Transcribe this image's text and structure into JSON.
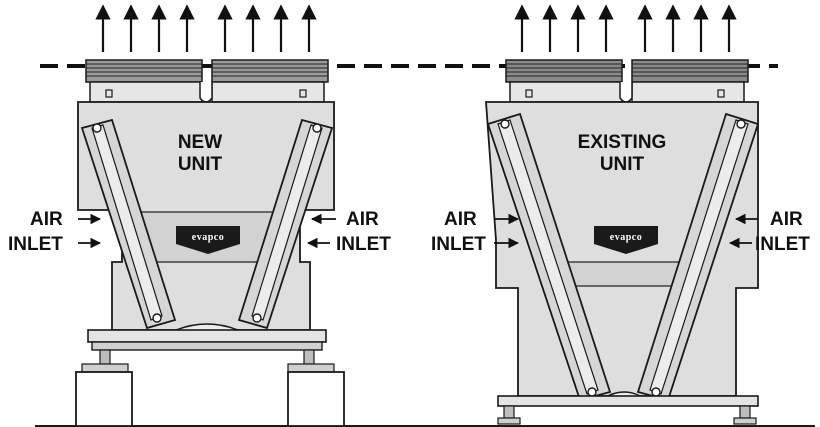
{
  "diagram": {
    "units": [
      {
        "id": "new",
        "label_lines": [
          "NEW",
          "UNIT"
        ]
      },
      {
        "id": "existing",
        "label_lines": [
          "EXISTING",
          "UNIT"
        ]
      }
    ],
    "air_inlet_lines": [
      "AIR",
      "INLET"
    ],
    "logo_text": "evapco",
    "colors": {
      "body": "#dedede",
      "body_dark": "#c9c9c9",
      "stroke": "#1a1a1a",
      "coil": "#d6d6d6"
    }
  }
}
